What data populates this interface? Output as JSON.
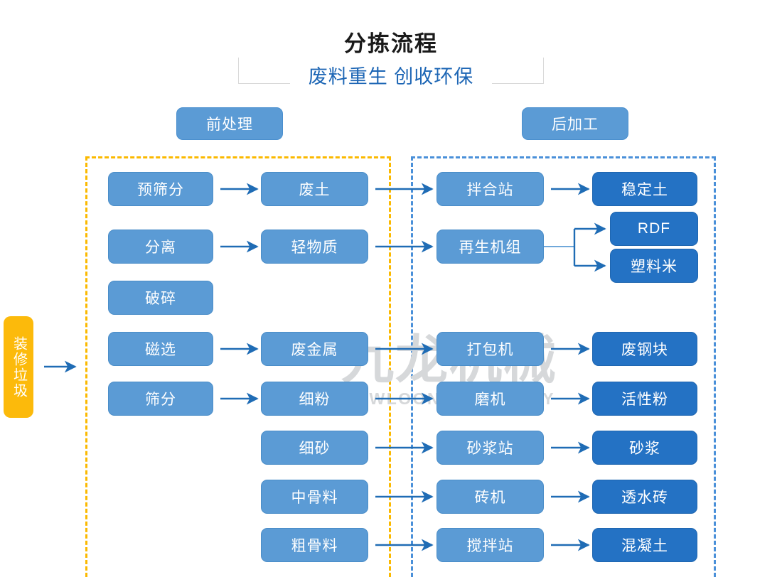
{
  "header": {
    "title": "分拣流程",
    "subtitle": "废料重生 创收环保"
  },
  "sections": [
    {
      "id": "pre",
      "label": "前处理",
      "border_color": "#fbb900"
    },
    {
      "id": "post",
      "label": "后加工",
      "border_color": "#4a90d9"
    }
  ],
  "watermark": {
    "cn": "九龙机械",
    "en": "KOWLOONMACHINERY",
    "color": "#d6d8da"
  },
  "colors": {
    "process_box": "#5b9bd5",
    "product_box": "#2472c4",
    "input_box": "#fcba0b",
    "arrow": "#1f6cb5",
    "title_text": "#1a1a1a",
    "subtitle_text": "#1d66b5"
  },
  "input": {
    "label": "装修垃圾"
  },
  "nodes": {
    "col1": [
      {
        "key": "n_presieve",
        "label": "预筛分"
      },
      {
        "key": "n_separate",
        "label": "分离"
      },
      {
        "key": "n_crush",
        "label": "破碎"
      },
      {
        "key": "n_magnetic",
        "label": "磁选"
      },
      {
        "key": "n_sieve",
        "label": "筛分"
      }
    ],
    "col2": [
      {
        "key": "m_wastesoil",
        "label": "废土"
      },
      {
        "key": "m_light",
        "label": "轻物质"
      },
      {
        "key": "m_wastemetal",
        "label": "废金属"
      },
      {
        "key": "m_finepowder",
        "label": "细粉"
      },
      {
        "key": "m_finesand",
        "label": "细砂"
      },
      {
        "key": "m_midagg",
        "label": "中骨料"
      },
      {
        "key": "m_coarseagg",
        "label": "粗骨料"
      }
    ],
    "col3": [
      {
        "key": "p_mixstation",
        "label": "拌合站"
      },
      {
        "key": "p_recycleunit",
        "label": "再生机组"
      },
      {
        "key": "p_baler",
        "label": "打包机"
      },
      {
        "key": "p_mill",
        "label": "磨机"
      },
      {
        "key": "p_mortarplant",
        "label": "砂浆站"
      },
      {
        "key": "p_brickmach",
        "label": "砖机"
      },
      {
        "key": "p_batchplant",
        "label": "搅拌站"
      }
    ],
    "col4": [
      {
        "key": "o_stabsoil",
        "label": "稳定土"
      },
      {
        "key": "o_rdf",
        "label": "RDF"
      },
      {
        "key": "o_plasticpel",
        "label": "塑料米"
      },
      {
        "key": "o_scrapsteel",
        "label": "废钢块"
      },
      {
        "key": "o_activepow",
        "label": "活性粉"
      },
      {
        "key": "o_mortar",
        "label": "砂浆"
      },
      {
        "key": "o_permbrick",
        "label": "透水砖"
      },
      {
        "key": "o_concrete",
        "label": "混凝土"
      }
    ]
  }
}
